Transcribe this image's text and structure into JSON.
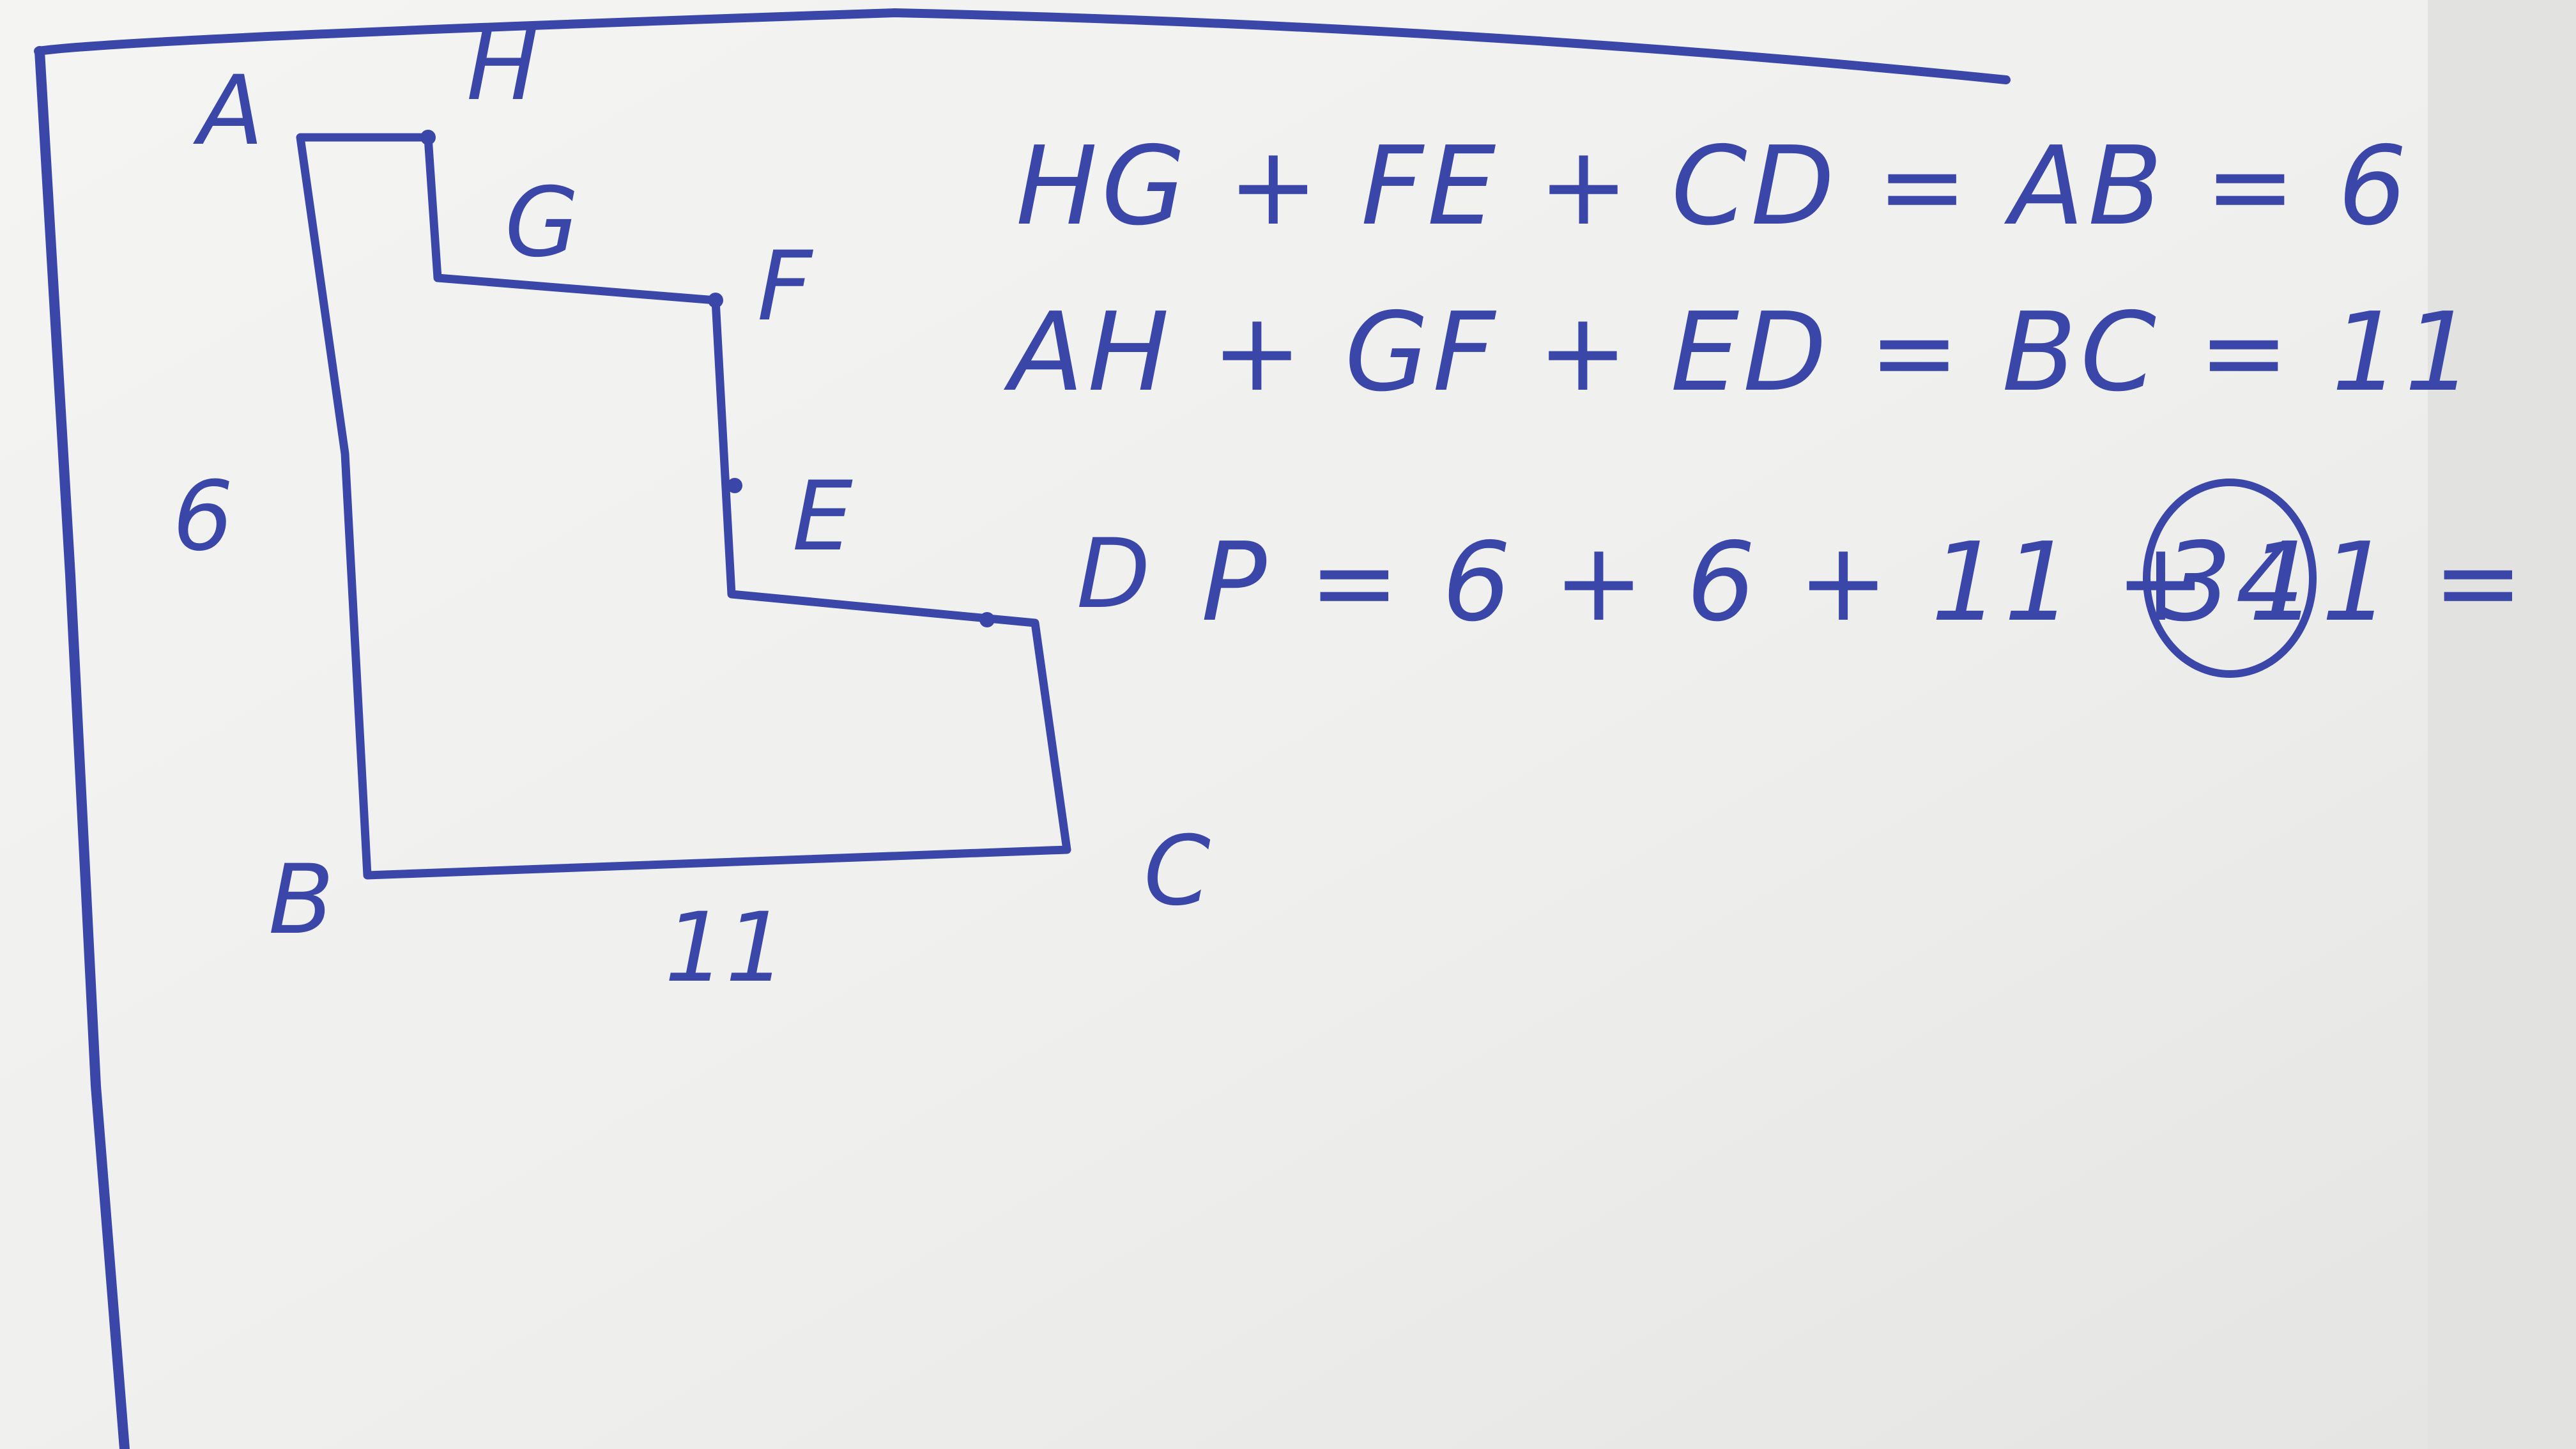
{
  "figure": {
    "vertices": {
      "A": "A",
      "H": "H",
      "G": "G",
      "F": "F",
      "E": "E",
      "D": "D",
      "C": "C",
      "B": "B"
    },
    "side_labels": {
      "left": "6",
      "bottom": "11"
    }
  },
  "work": {
    "line1": "HG + FE + CD = AB = 6",
    "line2": "AH + GF + ED = BC = 11",
    "line3": "P = 6 + 6 + 11 + 11 =",
    "answer": "34"
  },
  "colors": {
    "ink": "#3a46a8",
    "paper": "#f1f1ef"
  }
}
